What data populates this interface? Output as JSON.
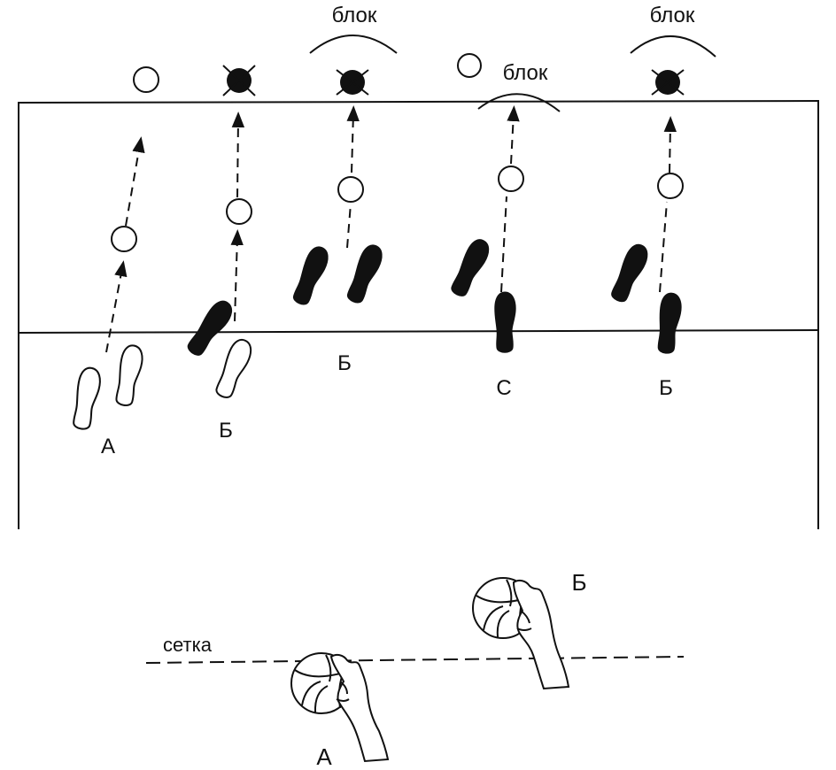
{
  "labels": {
    "block_1": "блок",
    "block_2": "блок",
    "block_3": "блок",
    "variant_a": "А",
    "variant_b1": "Б",
    "variant_b2": "Б",
    "variant_c": "С",
    "variant_b3": "Б",
    "net": "сетка",
    "hand_a": "А",
    "hand_b": "Б"
  },
  "colors": {
    "ink": "#111111",
    "background": "#ffffff"
  }
}
